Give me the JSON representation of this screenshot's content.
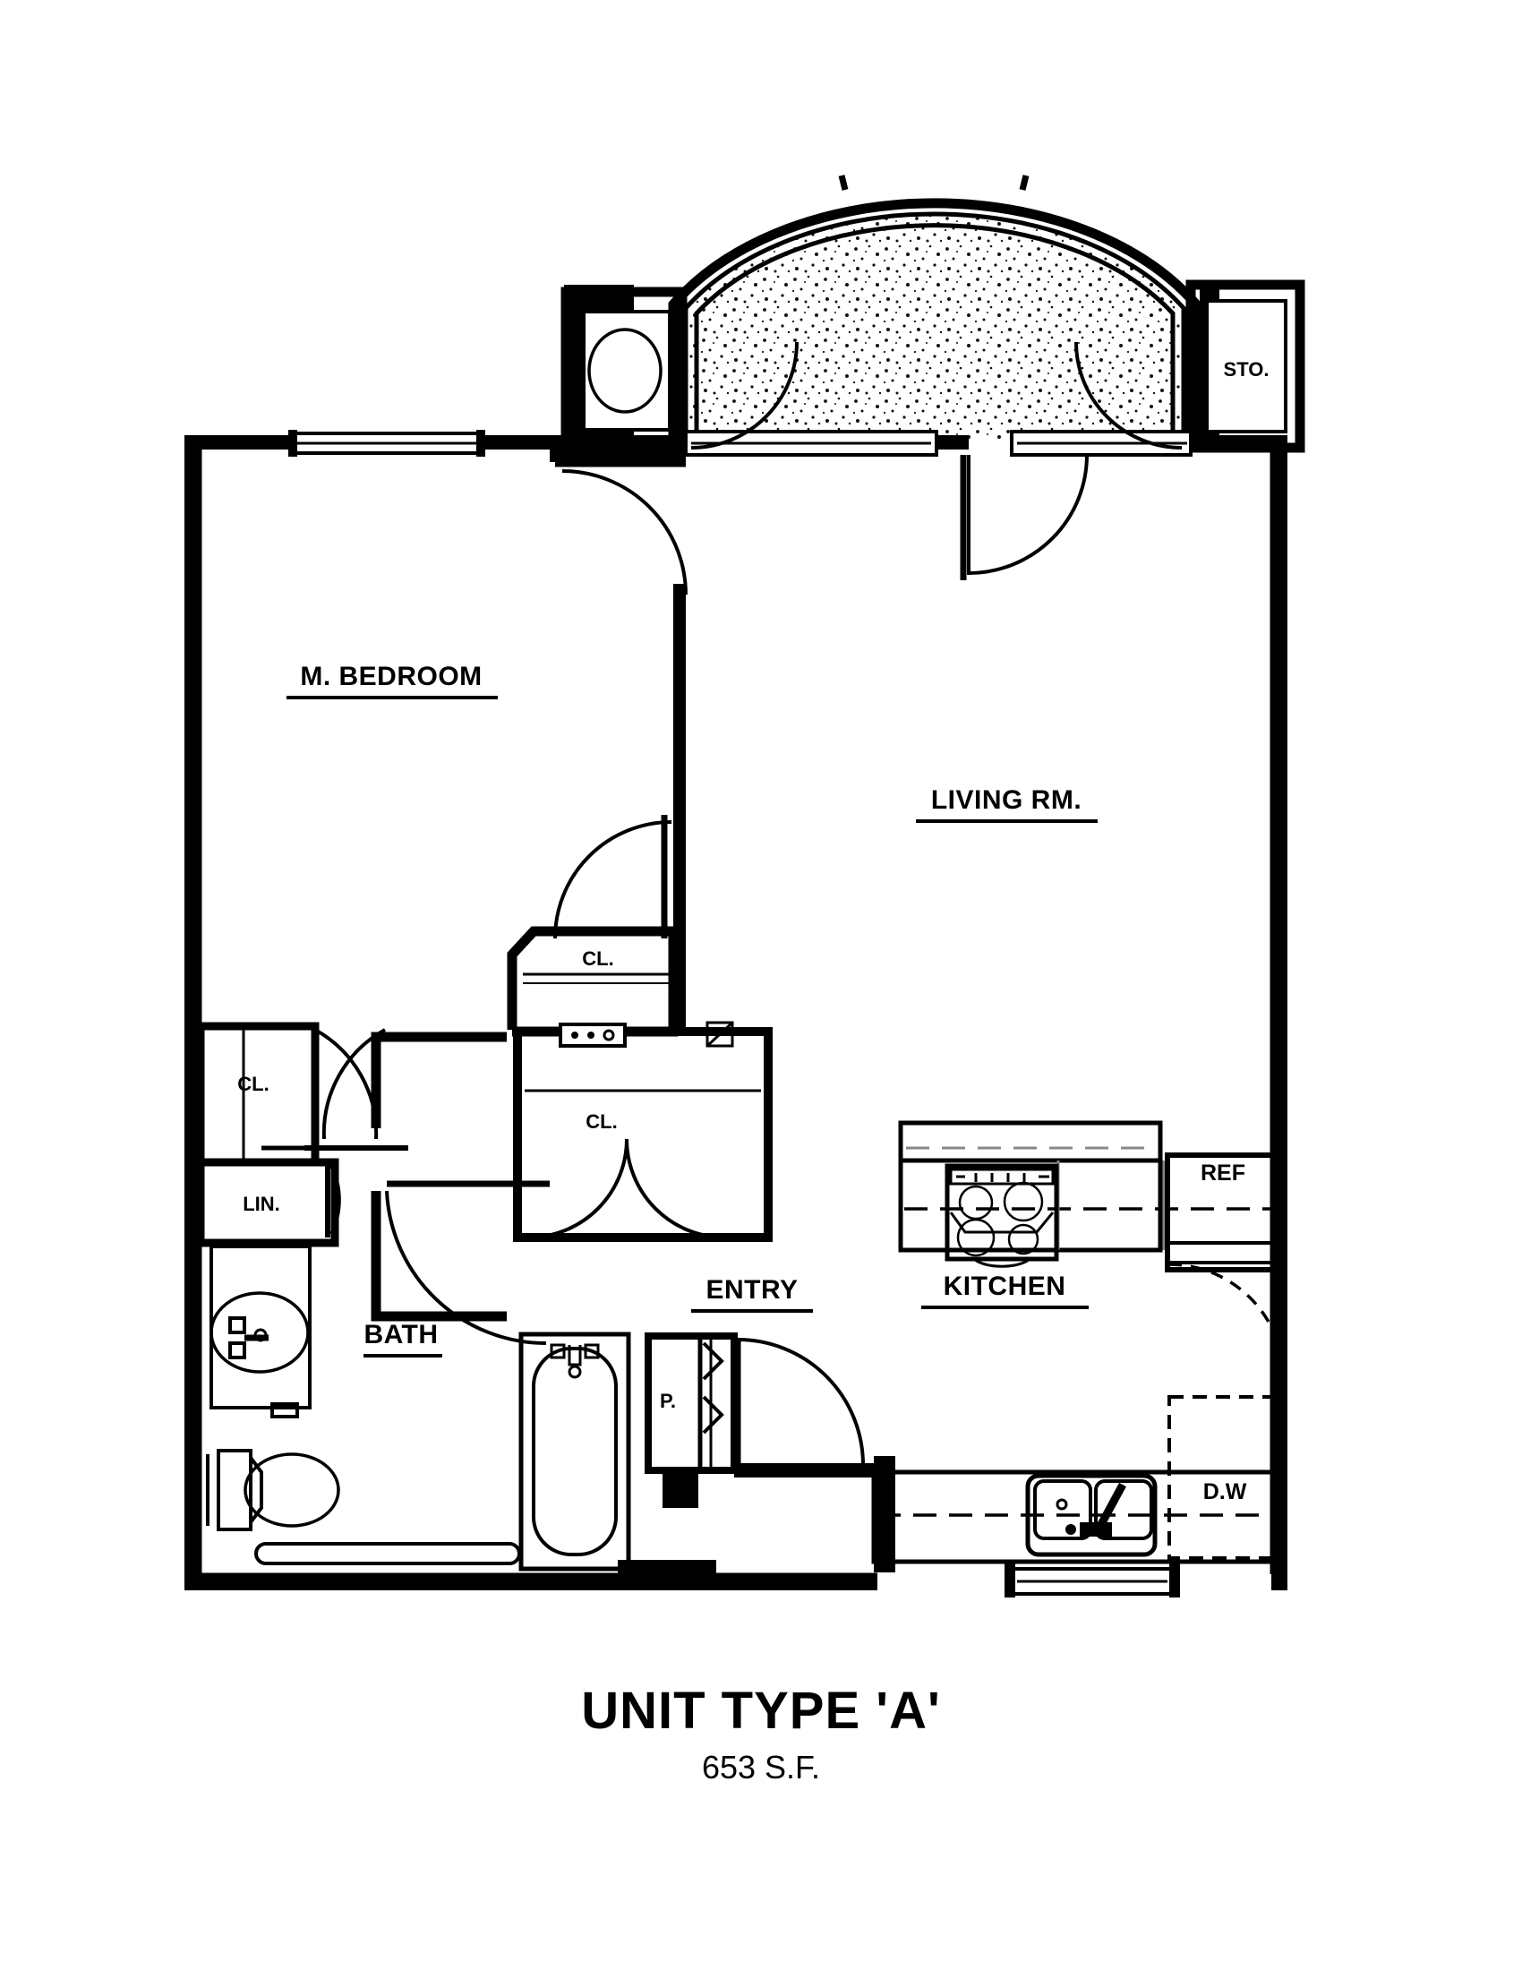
{
  "document": {
    "type": "architectural-floor-plan",
    "title": "UNIT TYPE 'A'",
    "area": "653 S.F.",
    "background_color": "#ffffff",
    "line_color": "#000000"
  },
  "rooms": [
    {
      "id": "m-bedroom",
      "label": "M. BEDROOM",
      "underlined": true
    },
    {
      "id": "living-rm",
      "label": "LIVING RM.",
      "underlined": true
    },
    {
      "id": "kitchen",
      "label": "KITCHEN",
      "underlined": true
    },
    {
      "id": "bath",
      "label": "BATH",
      "underlined": true
    },
    {
      "id": "entry",
      "label": "ENTRY",
      "underlined": true
    },
    {
      "id": "storage",
      "label": "STO.",
      "underlined": false
    },
    {
      "id": "closet-bedroom",
      "label": "CL.",
      "underlined": false
    },
    {
      "id": "closet-hall-upper",
      "label": "CL.",
      "underlined": false
    },
    {
      "id": "closet-hall-lower",
      "label": "CL.",
      "underlined": false
    },
    {
      "id": "linen",
      "label": "LIN.",
      "underlined": false
    },
    {
      "id": "pantry",
      "label": "P.",
      "underlined": false
    }
  ],
  "appliances": [
    {
      "id": "refrigerator",
      "label": "REF"
    },
    {
      "id": "dishwasher",
      "label": "D.W"
    }
  ],
  "fixtures": [
    {
      "id": "kitchen-range",
      "name": "range-cooktop-four-burner"
    },
    {
      "id": "kitchen-sink",
      "name": "double-basin-sink"
    },
    {
      "id": "bath-tub",
      "name": "bathtub"
    },
    {
      "id": "bath-toilet",
      "name": "toilet"
    },
    {
      "id": "bath-sink",
      "name": "lavatory-sink"
    },
    {
      "id": "water-heater",
      "name": "water-heater-oval"
    },
    {
      "id": "electric-panel",
      "name": "electrical-panel"
    }
  ],
  "openings": [
    {
      "id": "window-bedroom-north",
      "name": "window"
    },
    {
      "id": "window-patio-left",
      "name": "sliding-glass-door"
    },
    {
      "id": "window-patio-right",
      "name": "sliding-glass-door"
    },
    {
      "id": "window-kitchen-south",
      "name": "window"
    },
    {
      "id": "door-entry",
      "name": "entry-door"
    },
    {
      "id": "door-bedroom",
      "name": "bedroom-door"
    },
    {
      "id": "door-bath",
      "name": "bath-door"
    },
    {
      "id": "door-closet-bedroom",
      "name": "closet-door"
    },
    {
      "id": "door-linen",
      "name": "linen-door"
    },
    {
      "id": "door-pantry",
      "name": "bifold-pantry-door"
    },
    {
      "id": "door-closet-bifold",
      "name": "bifold-closet-door"
    },
    {
      "id": "door-patio-living",
      "name": "patio-door"
    }
  ],
  "balcony": {
    "id": "arched-patio",
    "name": "arched-balcony-with-stipple-texture",
    "texture": "stipple"
  },
  "title_block": {
    "main": "UNIT TYPE 'A'",
    "sub": "653 S.F."
  }
}
